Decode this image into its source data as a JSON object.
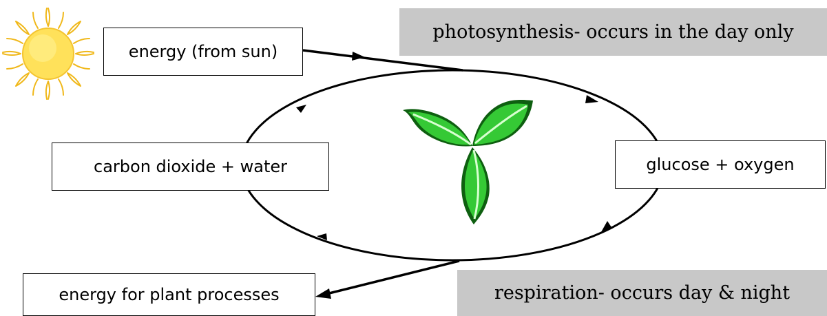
{
  "labels": {
    "energy_from_sun": "energy (from sun)",
    "reactants": "carbon dioxide + water",
    "products": "glucose + oxygen",
    "energy_for_plant": "energy for plant processes"
  },
  "banners": {
    "photosynthesis": "photosynthesis- occurs in the day only",
    "respiration": "respiration- occurs day & night"
  },
  "icons": [
    "sun-icon",
    "leaves-icon"
  ],
  "colors": {
    "banner_background": "#c8c8c8",
    "leaf_green": "#2fbf2f",
    "leaf_dark": "#0e6b12",
    "sun_yellow": "#ffe15a",
    "sun_orange": "#f7c22a"
  }
}
